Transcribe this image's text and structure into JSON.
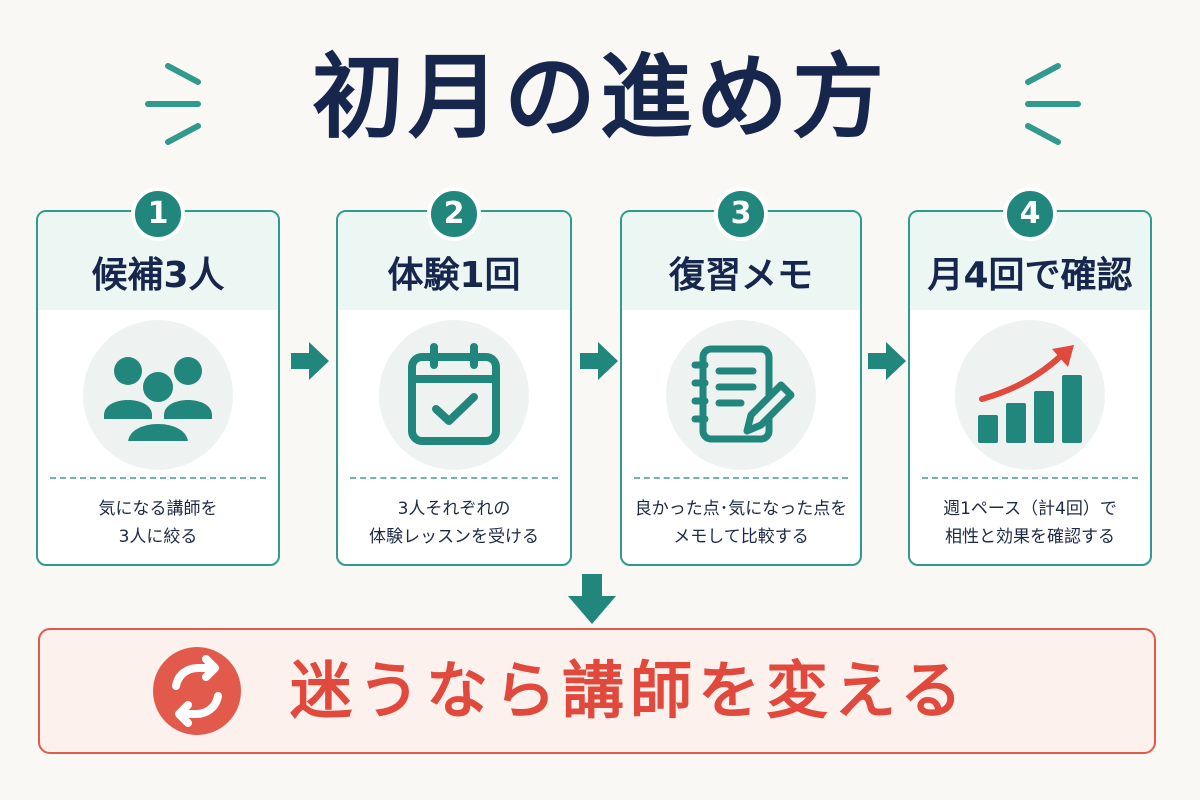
{
  "title": "初月の進め方",
  "steps": [
    {
      "number": "1",
      "title": "候補3人",
      "desc_line1": "気になる講師を",
      "desc_line2": "3人に絞る",
      "icon": "people-icon"
    },
    {
      "number": "2",
      "title": "体験1回",
      "desc_line1": "3人それぞれの",
      "desc_line2": "体験レッスンを受ける",
      "icon": "calendar-check-icon"
    },
    {
      "number": "3",
      "title": "復習メモ",
      "desc_line1": "良かった点･気になった点を",
      "desc_line2": "メモして比較する",
      "icon": "notepad-pencil-icon"
    },
    {
      "number": "4",
      "title": "月4回で確認",
      "desc_line1": "週1ペース（計4回）で",
      "desc_line2": "相性と効果を確認する",
      "icon": "growth-chart-icon"
    }
  ],
  "result": {
    "text": "迷うなら講師を変える",
    "icon": "swap-icon"
  },
  "colors": {
    "navy": "#17264d",
    "teal": "#21867b",
    "teal_light": "#ecf6f3",
    "red": "#e0493c",
    "red_light": "#fdf1ee",
    "background": "#faf8f4"
  }
}
